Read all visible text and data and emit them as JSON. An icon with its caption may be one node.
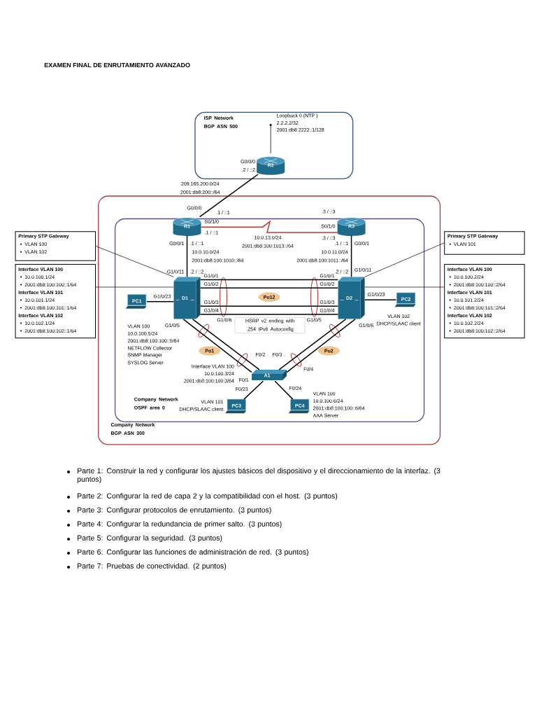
{
  "diagram": {
    "title": "EXAMEN FINAL DE ENRUTAMIENTO AVANZADO",
    "nodes": [
      {
        "text": [
          "ISP Network BGP ASN 500"
        ]
      },
      {
        "text": [
          "Company Network BGP ASN 300"
        ]
      },
      {
        "text": [
          "Company Network OSPF area 0"
        ],
        "in": 1
      },
      {
        "text": [
          "R2"
        ],
        "in": 0,
        "beside": [
          "Loopback 0 (NTP )",
          "2.2.2.2/32",
          "2001:db8:2222::1/128"
        ]
      },
      {
        "text": [
          "R1"
        ],
        "in": 2
      },
      {
        "text": [
          "R3"
        ],
        "in": 2
      },
      {
        "text": [
          "D1"
        ],
        "in": 2
      },
      {
        "text": [
          "D2"
        ],
        "in": 2
      },
      {
        "text": [
          "PC1"
        ],
        "in": 2,
        "beside": [
          "VLAN 100",
          "10.0.100.5/24",
          "2001:db8:100:100::5/64",
          "NETFLOW Collector",
          "SNMP Manager",
          "SYSLOG Server"
        ]
      },
      {
        "text": [
          "PC2"
        ],
        "in": 2,
        "beside": [
          "VLAN 102",
          "DHCP/SLAAC client"
        ]
      },
      {
        "text": [
          "A1"
        ],
        "in": 2,
        "beside": [
          "Interface VLAN 100",
          "10.0.100.3/24",
          "2001:db8:100:100:3/64"
        ]
      },
      {
        "text": [
          "PC3"
        ],
        "in": 2,
        "beside": [
          "VLAN 101",
          "DHCP/SLAAC client"
        ]
      },
      {
        "text": [
          "PC4"
        ],
        "in": 2,
        "beside": [
          "VLAN 100",
          "10.0.100.6/24",
          "2001:db8:100:100::6/64",
          "AAA Server"
        ]
      },
      {
        "text": [
          "Po1"
        ],
        "in": 2
      },
      {
        "text": [
          "Po2"
        ],
        "in": 2
      },
      {
        "text": [
          "Po12"
        ],
        "in": 2
      },
      {
        "text": [
          "HSRP v2 ending with .254 IPv6 Autoconfig"
        ],
        "in": 2
      },
      {
        "text": [
          "Primary STP Gateway",
          "VLAN 100",
          "VLAN 102"
        ]
      },
      {
        "text": [
          "Interface VLAN 100",
          "10.0.100.1/24",
          "2001:db8:100:100::1/64",
          "Interface VLAN 101",
          "10.0.101.1/24",
          "2001:db8:100:101::1/64",
          "Interface VLAN 102",
          "10.0.102.1/24",
          "2001:db8:100:102::1/64"
        ]
      },
      {
        "text": [
          "Primary STP Gateway",
          "VLAN 101"
        ]
      },
      {
        "text": [
          "Interface VLAN 100",
          "10.0.100.2/24",
          "2001:db8:100:100::2/64",
          "Interface VLAN 101",
          "10.0.101.2/24",
          "2001:db8:100:101::2/64",
          "Interface VLAN 102",
          "10.0.102.2/24",
          "2001:db8:100:102::2/64"
        ]
      }
    ],
    "edges": [
      {
        "from": 4,
        "to": 3,
        "arrow": "none",
        "label": "209.165.200.0/24 2001:db8:200::/64"
      },
      {
        "from": 4,
        "to": 5,
        "arrow": "none",
        "color": "#c0392b",
        "label": "10.0.13.0/24 2001:db8:100:1013::/64"
      },
      {
        "from": 4,
        "to": 6,
        "arrow": "none",
        "label": "10.0.10.0/24 2001:db8:100:1010::/64"
      },
      {
        "from": 5,
        "to": 7,
        "arrow": "none",
        "label": "10.0.11.0/24 2001:db8:100:1011::/64"
      },
      {
        "from": 6,
        "to": 7,
        "arrow": "none"
      },
      {
        "from": 6,
        "to": 7,
        "arrow": "none"
      },
      {
        "from": 6,
        "to": 7,
        "arrow": "none"
      },
      {
        "from": 6,
        "to": 7,
        "arrow": "none"
      },
      {
        "from": 6,
        "to": 10,
        "arrow": "none"
      },
      {
        "from": 6,
        "to": 10,
        "arrow": "none"
      },
      {
        "from": 7,
        "to": 10,
        "arrow": "none"
      },
      {
        "from": 7,
        "to": 10,
        "arrow": "none"
      },
      {
        "from": 6,
        "to": 8,
        "arrow": "none"
      },
      {
        "from": 7,
        "to": 9,
        "arrow": "none"
      },
      {
        "from": 10,
        "to": 11,
        "arrow": "none"
      },
      {
        "from": 10,
        "to": 12,
        "arrow": "none"
      },
      {
        "from": 17,
        "to": 6,
        "arrow": "none"
      },
      {
        "from": 18,
        "to": 6,
        "arrow": "none"
      },
      {
        "from": 19,
        "to": 7,
        "arrow": "none"
      },
      {
        "from": 20,
        "to": 7,
        "arrow": "none"
      }
    ],
    "labels": [
      "G0/0/0",
      ".2 / ::2",
      "G0/0/0",
      ".1 / ::1",
      ".3 / ::3",
      "S0/1/0",
      ".1 / ::1",
      "S0/1/0",
      ".3 / ::3",
      "G0/0/1",
      ".1 / ::1",
      ".1 / ::1",
      "G0/0/1",
      "G1/0/11",
      ".2 / ::2",
      ".2 / ::2",
      "G1/0/11",
      "G1/0/1",
      "G1/0/2",
      "G1/0/3",
      "G1/0/4",
      "G1/0/1",
      "G1/0/2",
      "G1/0/3",
      "G1/0/4",
      "G1/0/23",
      "G1/0/23",
      "G1/0/5",
      "G1/0/6",
      "G1/0/5",
      "G1/0/6",
      "F0/2",
      "F0/3",
      "F0/1",
      "F0/4",
      "F0/23",
      "F0/24",
      "Parte 1: Construir la red y configurar los ajustes básicos del dispositivo y el direccionamiento de la interfaz. (3 puntos)",
      "Parte 2: Configurar la red de capa 2 y la compatibilidad con el host. (3 puntos)",
      "Parte 3: Configurar protocolos de enrutamiento. (3 puntos)",
      "Parte 4: Configurar la redundancia de primer salto. (3 puntos)",
      "Parte 5: Configurar la seguridad. (3 puntos)",
      "Parte 6: Configurar las funciones de administración de red. (3 puntos)",
      "Parte 7: Pruebas de conectividad. (2 puntos)"
    ]
  }
}
